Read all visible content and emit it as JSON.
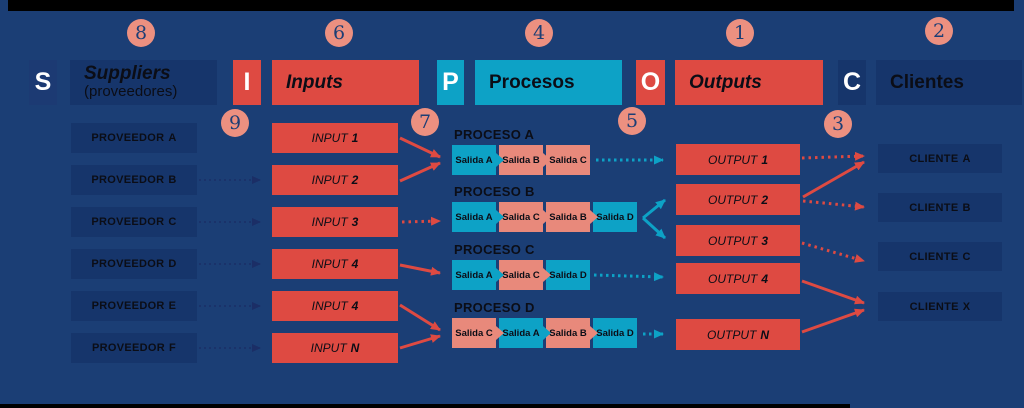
{
  "colors": {
    "background": "#1b3e75",
    "navy_box": "#16356b",
    "red": "#de4a42",
    "teal": "#0da2c6",
    "salmon": "#e8897b",
    "badge_fill": "#ec9080",
    "badge_number": "#1b3e75",
    "supplier_arrow": "#1b2e66",
    "text": "#0b0d16",
    "white": "#ffffff",
    "edge_bar": "#000000"
  },
  "badges": [
    "8",
    "6",
    "4",
    "1",
    "2",
    "9",
    "7",
    "5",
    "3"
  ],
  "header": {
    "s_letter": "S",
    "suppliers_title": "Suppliers",
    "suppliers_subtitle": "(proveedores)",
    "i_letter": "I",
    "inputs_title": "Inputs",
    "p_letter": "P",
    "process_title": "Procesos",
    "o_letter": "O",
    "outputs_title": "Outputs",
    "c_letter": "C",
    "clients_title": "Clientes"
  },
  "suppliers": [
    {
      "name": "PROVEEDOR",
      "letter": "A"
    },
    {
      "name": "PROVEEDOR",
      "letter": "B"
    },
    {
      "name": "PROVEEDOR",
      "letter": "C"
    },
    {
      "name": "PROVEEDOR",
      "letter": "D"
    },
    {
      "name": "PROVEEDOR",
      "letter": "E"
    },
    {
      "name": "PROVEEDOR",
      "letter": "F"
    }
  ],
  "inputs": [
    {
      "name": "INPUT",
      "suffix": "1"
    },
    {
      "name": "INPUT",
      "suffix": "2"
    },
    {
      "name": "INPUT",
      "suffix": "3"
    },
    {
      "name": "INPUT",
      "suffix": "4"
    },
    {
      "name": "INPUT",
      "suffix": "4"
    },
    {
      "name": "INPUT",
      "suffix": "N"
    }
  ],
  "processes": [
    {
      "title": "PROCESO A",
      "salidas": [
        "Salida A",
        "Salida B",
        "Salida C"
      ]
    },
    {
      "title": "PROCESO B",
      "salidas": [
        "Salida A",
        "Salida C",
        "Salida B",
        "Salida D"
      ]
    },
    {
      "title": "PROCESO C",
      "salidas": [
        "Salida A",
        "Salida C",
        "Salida D"
      ]
    },
    {
      "title": "PROCESO D",
      "salidas": [
        "Salida C",
        "Salida A",
        "Salida B",
        "Salida D"
      ]
    }
  ],
  "outputs": [
    {
      "name": "OUTPUT",
      "suffix": "1"
    },
    {
      "name": "OUTPUT",
      "suffix": "2"
    },
    {
      "name": "OUTPUT",
      "suffix": "3"
    },
    {
      "name": "OUTPUT",
      "suffix": "4"
    },
    {
      "name": "OUTPUT",
      "suffix": "N"
    }
  ],
  "clients": [
    {
      "name": "CLIENTE",
      "letter": "A"
    },
    {
      "name": "CLIENTE",
      "letter": "B"
    },
    {
      "name": "CLIENTE",
      "letter": "C"
    },
    {
      "name": "CLIENTE",
      "letter": "X"
    }
  ]
}
